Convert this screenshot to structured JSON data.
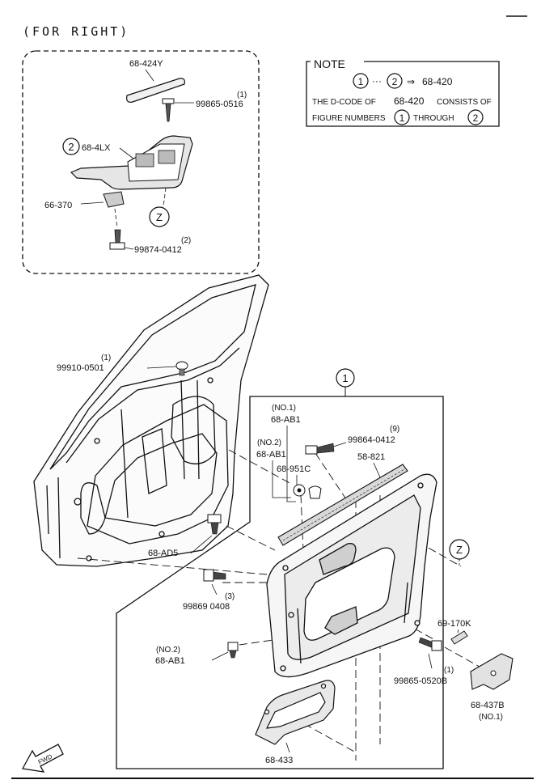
{
  "header": {
    "title": "(FOR RIGHT)"
  },
  "note": {
    "heading": "NOTE",
    "circle1": "1",
    "circle2": "2",
    "ellipsis": "···",
    "arrow": "⇒",
    "range_code": "68-420",
    "line2a": "THE D-CODE OF",
    "line2b": "68-420",
    "line2c": "CONSISTS OF",
    "line3a": "FIGURE NUMBERS",
    "line3b": "THROUGH"
  },
  "callouts": {
    "c1": "1",
    "c2": "2",
    "cZ1": "Z",
    "cZ2": "Z"
  },
  "parts": {
    "p68424Y": "68-424Y",
    "p99865_0516": "99865-0516",
    "q1a": "(1)",
    "p684LX": "68-4LX",
    "p66370": "66-370",
    "p99874_0412": "99874-0412",
    "q2a": "(2)",
    "p99910_0501": "99910-0501",
    "q1b": "(1)",
    "no1a": "(NO.1)",
    "p68AB1a": "68-AB1",
    "no2a": "(NO.2)",
    "p68AB1b": "68-AB1",
    "p68951C": "68-951C",
    "p99864_0412": "99864-0412",
    "q9": "(9)",
    "p58821": "58-821",
    "p68AD5": "68-AD5",
    "q3": "(3)",
    "p99869_0408": "99869 0408",
    "no2b": "(NO.2)",
    "p68AB1c": "68-AB1",
    "p69170K": "69-170K",
    "p99865_0520B": "99865-0520B",
    "q1c": "(1)",
    "p68437B": "68-437B",
    "no1b": "(NO.1)",
    "p68433": "68-433",
    "fwd": "FWD"
  }
}
